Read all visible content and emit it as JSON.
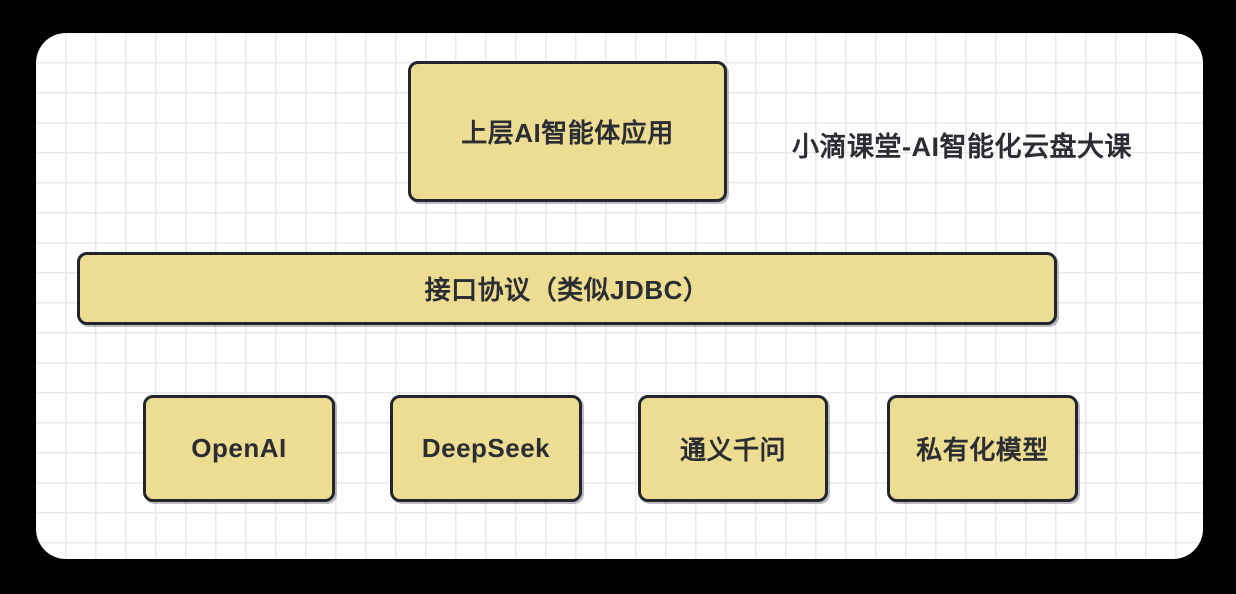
{
  "colors": {
    "page": "#000000",
    "canvas": "#ffffff",
    "grid": "#e9e9e9",
    "fill": "#ecdd92",
    "border": "#22252d",
    "text": "#2b2d33"
  },
  "diagram": {
    "watermark": "小滴课堂-AI智能化云盘大课",
    "nodes": [
      {
        "id": "ai-app",
        "label": "上层AI智能体应用"
      },
      {
        "id": "protocol",
        "label": "接口协议（类似JDBC）"
      },
      {
        "id": "openai",
        "label": "OpenAI"
      },
      {
        "id": "deepseek",
        "label": "DeepSeek"
      },
      {
        "id": "qwen",
        "label": "通义千问"
      },
      {
        "id": "private",
        "label": "私有化模型"
      }
    ]
  }
}
